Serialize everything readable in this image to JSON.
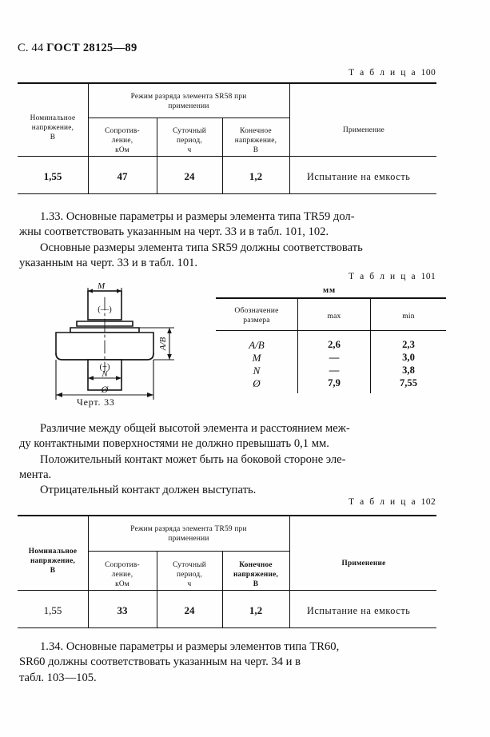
{
  "header": {
    "page_label": "С. 44",
    "standard": "ГОСТ 28125—89"
  },
  "table100": {
    "caption": "Т а б л и ц а",
    "caption_number": "100",
    "col_nominal": "Номинальное\nнапряжение,\nВ",
    "col_nominal_l1": "Номинальное",
    "col_nominal_l2": "напряжение,",
    "col_nominal_l3": "В",
    "group_header_l1": "Режим разряда элемента SR58 при",
    "group_header_l2": "применении",
    "sub1_l1": "Сопротив-",
    "sub1_l2": "ление,",
    "sub1_l3": "кОм",
    "sub2_l1": "Суточный",
    "sub2_l2": "период,",
    "sub2_l3": "ч",
    "sub3_l1": "Конечное",
    "sub3_l2": "напряжение,",
    "sub3_l3": "В",
    "col_application": "Применение",
    "row": {
      "nominal": "1,55",
      "resistance": "47",
      "period": "24",
      "final_voltage": "1,2",
      "application": "Испытание  на  емкость"
    }
  },
  "para133": {
    "line1": "1.33. Основные параметры и размеры элемента типа TR59 дол-",
    "line2": "жны соответствовать указанным на черт. 33 и в табл. 101, 102.",
    "line3": "Основные размеры элемента типа SR59 должны соответствовать",
    "line4": "указанным на черт. 33 и в табл. 101."
  },
  "table101": {
    "caption": "Т а б л и ц а",
    "caption_number": "101",
    "units": "мм",
    "col_designation_l1": "Обозначение",
    "col_designation_l2": "размера",
    "col_max": "max",
    "col_min": "min",
    "rows": [
      {
        "symbol": "A/B",
        "max": "2,6",
        "min": "2,3"
      },
      {
        "symbol": "M",
        "max": "—",
        "min": "3,0"
      },
      {
        "symbol": "N",
        "max": "—",
        "min": "3,8"
      },
      {
        "symbol": "Ø",
        "max": "7,9",
        "min": "7,55"
      }
    ]
  },
  "figure33": {
    "caption": "Черт. 33",
    "labels": {
      "m": "M",
      "n": "N",
      "diameter": "Ø",
      "height": "A/B",
      "negative": "(—)",
      "positive": "(+)"
    }
  },
  "notes": {
    "line1": "Различие между общей высотой элемента и расстоянием меж-",
    "line2": "ду контактными поверхностями не должно превышать 0,1 мм.",
    "line3": "Положительный   контакт может быть на боковой стороне эле-",
    "line4": "мента.",
    "line5": "Отрицательный контакт должен выступать."
  },
  "table102": {
    "caption": "Т а б л и ц а",
    "caption_number": "102",
    "col_nominal_l1": "Номинальное",
    "col_nominal_l2": "напряжение,",
    "col_nominal_l3": "В",
    "group_header_l1": "Режим разряда элемента TR59 при",
    "group_header_l2": "применении",
    "sub1_l1": "Сопротив-",
    "sub1_l2": "ление,",
    "sub1_l3": "кОм",
    "sub2_l1": "Суточный",
    "sub2_l2": "период,",
    "sub2_l3": "ч",
    "sub3_l1": "Конечное",
    "sub3_l2": "напряжение,",
    "sub3_l3": "В",
    "col_application": "Применение",
    "row": {
      "nominal": "1,55",
      "resistance": "33",
      "period": "24",
      "final_voltage": "1,2",
      "application": "Испытание  на  емкость"
    }
  },
  "para134": {
    "line1": "1.34. Основные параметры и размеры  элементов  типа  TR60,",
    "line2": "SR60 должны   соответствовать  указанным   на черт. 34  и  в",
    "line3": "табл. 103—105."
  }
}
